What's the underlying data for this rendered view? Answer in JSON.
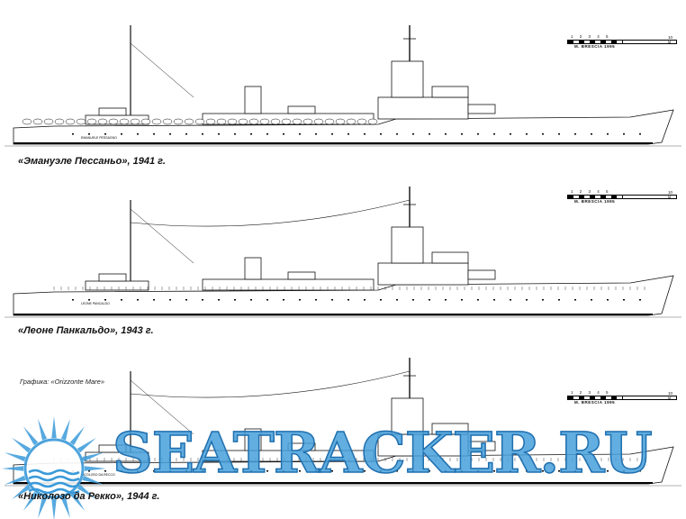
{
  "ships": [
    {
      "caption": "«Эмануэле Пессаньо», 1941 г.",
      "hull_name": "EMANUELE PESSAGNO",
      "scale_numbers": "1 2 3 4 5",
      "scale_unit": "10 м",
      "scale_author": "M. BRESCIA 1995"
    },
    {
      "caption": "«Леоне Панкальдо», 1943 г.",
      "hull_name": "LEONE PANCALDO",
      "scale_numbers": "1 2 3 4 5",
      "scale_unit": "10 м",
      "scale_author": "M. BRESCIA 1995"
    },
    {
      "caption": "«Николозо да Рекко», 1944 г.",
      "hull_name": "NICOLOSO DA RECCO",
      "scale_numbers": "1 2 3 4 5",
      "scale_unit": "10 м",
      "scale_author": "M. BRESCIA 1995"
    }
  ],
  "credit": "Графика: «Orizzonte Mare»",
  "watermark": {
    "text": "SEATRACKER.RU",
    "color": "#3a9ad9"
  }
}
